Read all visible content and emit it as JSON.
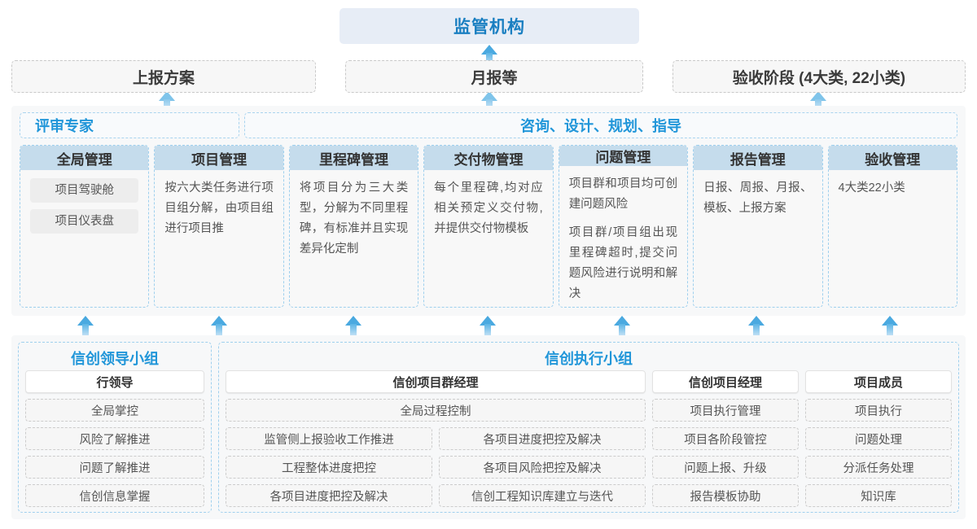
{
  "top": {
    "regulator": "监管机构"
  },
  "report_row": [
    {
      "label": "上报方案"
    },
    {
      "label": "月报等"
    },
    {
      "label": "验收阶段 (4大类, 22小类)"
    }
  ],
  "mid": {
    "band_left": "评审专家",
    "band_right": "咨询、设计、规划、指导",
    "cards": [
      {
        "title": "全局管理",
        "pills": [
          "项目驾驶舱",
          "项目仪表盘"
        ],
        "paras": []
      },
      {
        "title": "项目管理",
        "pills": [],
        "paras": [
          "按六大类任务进行项目组分解，由项目组进行项目推"
        ]
      },
      {
        "title": "里程碑管理",
        "pills": [],
        "paras": [
          "将项目分为三大类型，分解为不同里程碑，有标准并且实现差异化定制"
        ]
      },
      {
        "title": "交付物管理",
        "pills": [],
        "paras": [
          "每个里程碑,均对应相关预定义交付物,并提供交付物模板"
        ]
      },
      {
        "title": "问题管理",
        "pills": [],
        "paras": [
          "项目群和项目均可创建问题风险",
          "项目群/项目组出现里程碑超时,提交问题风险进行说明和解决"
        ]
      },
      {
        "title": "报告管理",
        "pills": [],
        "paras": [
          "日报、周报、月报、模板、上报方案"
        ]
      },
      {
        "title": "验收管理",
        "pills": [],
        "paras": [
          "4大类22小类"
        ]
      }
    ]
  },
  "bottom": {
    "leader_group": {
      "title": "信创领导小组",
      "role_head": "行领导",
      "items": [
        "全局掌控",
        "风险了解推进",
        "问题了解推进",
        "信创信息掌握"
      ]
    },
    "exec_group": {
      "title": "信创执行小组",
      "program_manager": {
        "role_head": "信创项目群经理",
        "wide_item": "全局过程控制",
        "rows": [
          [
            "监管侧上报验收工作推进",
            "各项目进度把控及解决"
          ],
          [
            "工程整体进度把控",
            "各项目风险把控及解决"
          ],
          [
            "各项目进度把控及解决",
            "信创工程知识库建立与迭代"
          ]
        ]
      },
      "project_manager": {
        "role_head": "信创项目经理",
        "items": [
          "项目执行管理",
          "项目各阶段管控",
          "问题上报、升级",
          "报告模板协助"
        ]
      },
      "member": {
        "role_head": "项目成员",
        "items": [
          "项目执行",
          "问题处理",
          "分派任务处理",
          "知识库"
        ]
      }
    }
  },
  "colors": {
    "accent_blue": "#2196d9",
    "banner_bg": "#e7edf6",
    "card_title_bg": "#c5dcec",
    "arrow_blue": "#4aa9e0"
  }
}
